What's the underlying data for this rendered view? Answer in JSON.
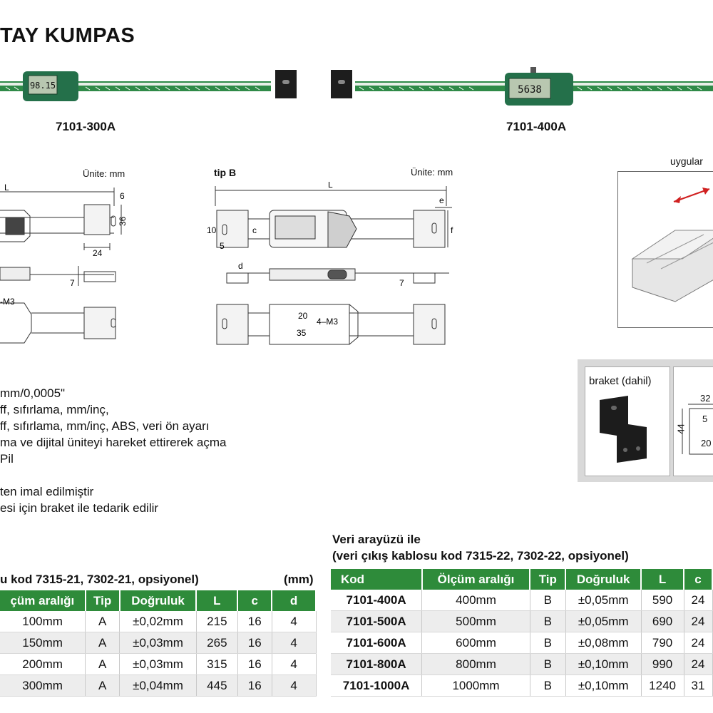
{
  "page": {
    "title": "TAY KUMPAS"
  },
  "products": [
    {
      "model": "7101-300A",
      "display": "98.15"
    },
    {
      "model": "7101-400A",
      "display": "5638"
    }
  ],
  "drawings": {
    "unit_left": "Ünite: mm",
    "unit_right": "Ünite: mm",
    "tip_b": "tip B",
    "app_label": "uygular",
    "dims_a": {
      "L": "L",
      "six": "6",
      "thirtysix": "36",
      "twentyfour": "24",
      "seven": "7",
      "m3": "-M3"
    },
    "dims_b": {
      "L": "L",
      "e": "e",
      "f": "f",
      "ten": "10",
      "c": "c",
      "five": "5",
      "d": "d",
      "seven": "7",
      "twenty": "20",
      "thirtyfive": "35",
      "m3": "4–M3"
    }
  },
  "bracket": {
    "label": "braket (dahil)",
    "dims": {
      "w32": "32",
      "h44": "44",
      "five": "5",
      "twenty": "20"
    }
  },
  "specs": [
    "mm/0,0005\"",
    "ff, sıfırlama, mm/inç,",
    "ff, sıfırlama, mm/inç, ABS, veri ön ayarı",
    "ma ve dijital üniteyi hareket ettirerek açma",
    "Pil",
    "ten imal edilmiştir",
    "esi için braket ile tedarik edilir"
  ],
  "left_table": {
    "caption": "u kod 7315-21, 7302-21, opsiyonel)",
    "unit": "(mm)",
    "headers": [
      "çüm aralığı",
      "Tip",
      "Doğruluk",
      "L",
      "c",
      "d"
    ],
    "rows": [
      [
        "100mm",
        "A",
        "±0,02mm",
        "215",
        "16",
        "4"
      ],
      [
        "150mm",
        "A",
        "±0,03mm",
        "265",
        "16",
        "4"
      ],
      [
        "200mm",
        "A",
        "±0,03mm",
        "315",
        "16",
        "4"
      ],
      [
        "300mm",
        "A",
        "±0,04mm",
        "445",
        "16",
        "4"
      ]
    ]
  },
  "right_table": {
    "caption_1": "Veri arayüzü ile",
    "caption_2": "(veri çıkış kablosu kod 7315-22, 7302-22, opsiyonel)",
    "headers": [
      "Kod",
      "Ölçüm aralığı",
      "Tip",
      "Doğruluk",
      "L",
      "c"
    ],
    "rows": [
      [
        "7101-400A",
        "400mm",
        "B",
        "±0,05mm",
        "590",
        "24"
      ],
      [
        "7101-500A",
        "500mm",
        "B",
        "±0,05mm",
        "690",
        "24"
      ],
      [
        "7101-600A",
        "600mm",
        "B",
        "±0,08mm",
        "790",
        "24"
      ],
      [
        "7101-800A",
        "800mm",
        "B",
        "±0,10mm",
        "990",
        "24"
      ],
      [
        "7101-1000A",
        "1000mm",
        "B",
        "±0,10mm",
        "1240",
        "31"
      ]
    ]
  },
  "colors": {
    "brand_green": "#2e8b3a",
    "scale_green": "#2f8a48"
  }
}
